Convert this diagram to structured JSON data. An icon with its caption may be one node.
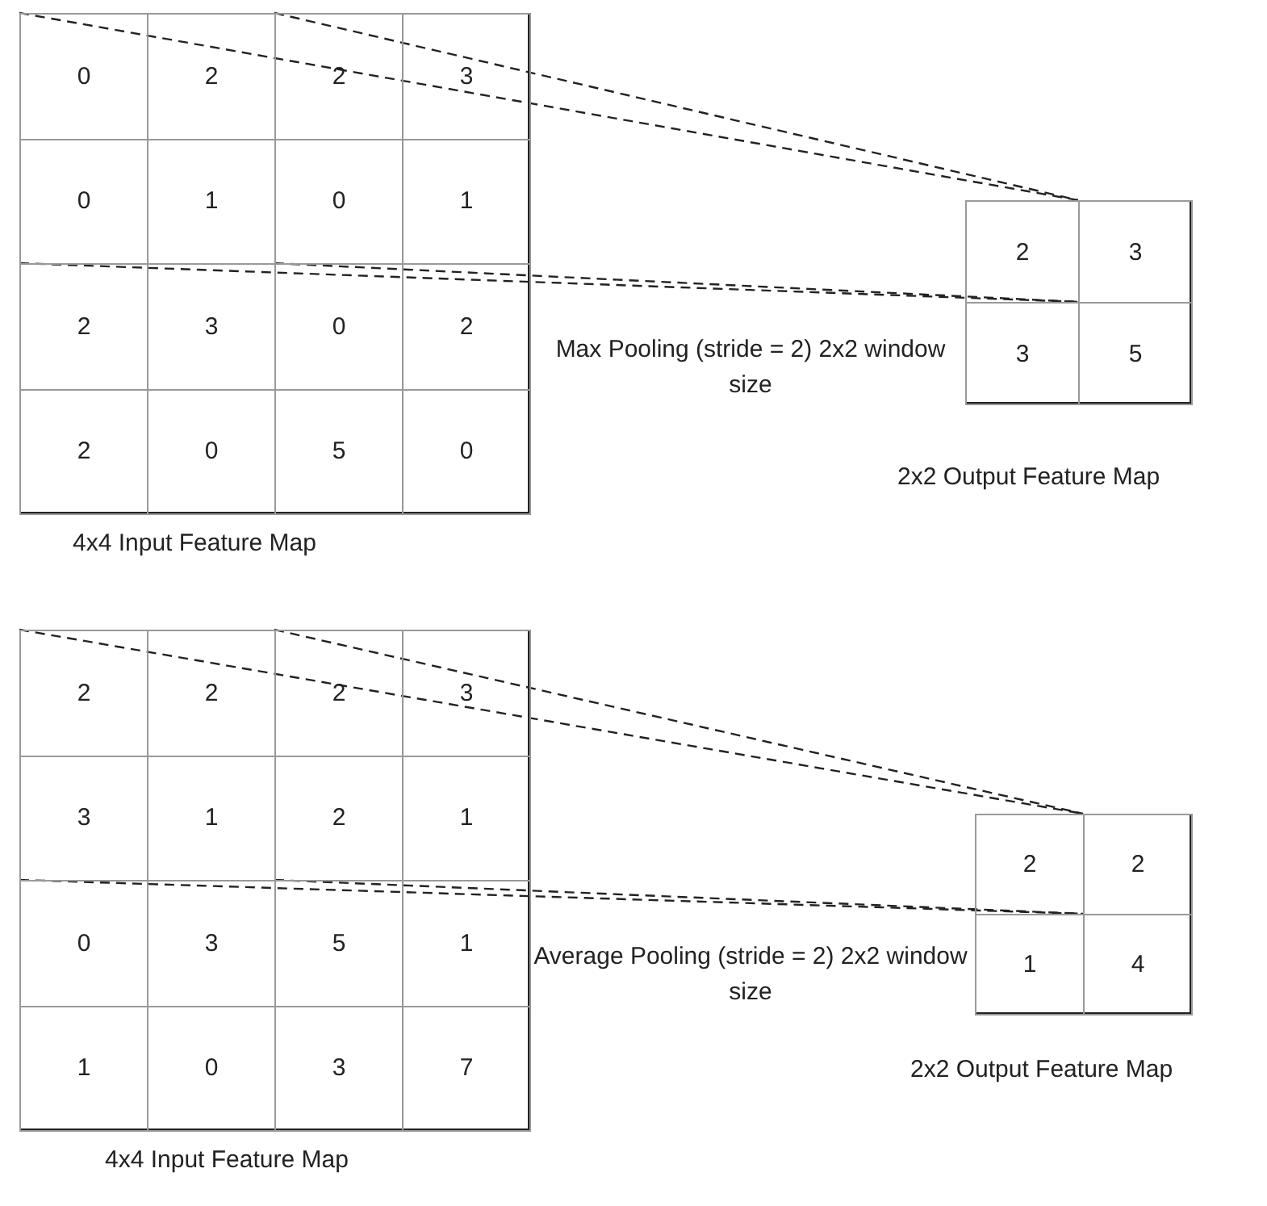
{
  "diagram": {
    "nodes": [
      {
        "text": [
          "4x4 Input Feature Map"
        ]
      },
      {
        "text": [
          "2x2 Output Feature Map"
        ]
      },
      {
        "text": [
          "2"
        ],
        "in": 1
      },
      {
        "text": [
          "3"
        ],
        "in": 1
      },
      {
        "text": [
          "3"
        ],
        "in": 1
      },
      {
        "text": [
          "5"
        ],
        "in": 1
      },
      {
        "text": [
          "4x4 Input Feature Map"
        ]
      },
      {
        "text": [
          "2x2 Output Feature Map"
        ]
      },
      {
        "text": [
          "2"
        ],
        "in": 7
      },
      {
        "text": [
          "2"
        ],
        "in": 7
      },
      {
        "text": [
          "1"
        ],
        "in": 7
      },
      {
        "text": [
          "4"
        ],
        "in": 7
      }
    ],
    "edges": [
      {
        "from": 0,
        "to": 2,
        "arrow": "none",
        "style": "dashed"
      },
      {
        "from": 0,
        "to": 2,
        "arrow": "none",
        "style": "dashed"
      },
      {
        "from": 0,
        "to": 2,
        "arrow": "none",
        "style": "dashed"
      },
      {
        "from": 0,
        "to": 2,
        "arrow": "none",
        "style": "dashed"
      },
      {
        "from": 6,
        "to": 8,
        "arrow": "none",
        "style": "dashed"
      },
      {
        "from": 6,
        "to": 8,
        "arrow": "none",
        "style": "dashed"
      },
      {
        "from": 6,
        "to": 8,
        "arrow": "none",
        "style": "dashed"
      },
      {
        "from": 6,
        "to": 8,
        "arrow": "none",
        "style": "dashed"
      }
    ],
    "labels": [
      "0",
      "2",
      "2",
      "3",
      "0",
      "1",
      "0",
      "1",
      "2",
      "3",
      "0",
      "2",
      "2",
      "0",
      "5",
      "0",
      "Max Pooling (stride = 2) 2x2 window size",
      "2",
      "2",
      "2",
      "3",
      "3",
      "1",
      "2",
      "1",
      "0",
      "3",
      "5",
      "1",
      "1",
      "0",
      "3",
      "7",
      "Average Pooling (stride = 2) 2x2 window size"
    ]
  }
}
